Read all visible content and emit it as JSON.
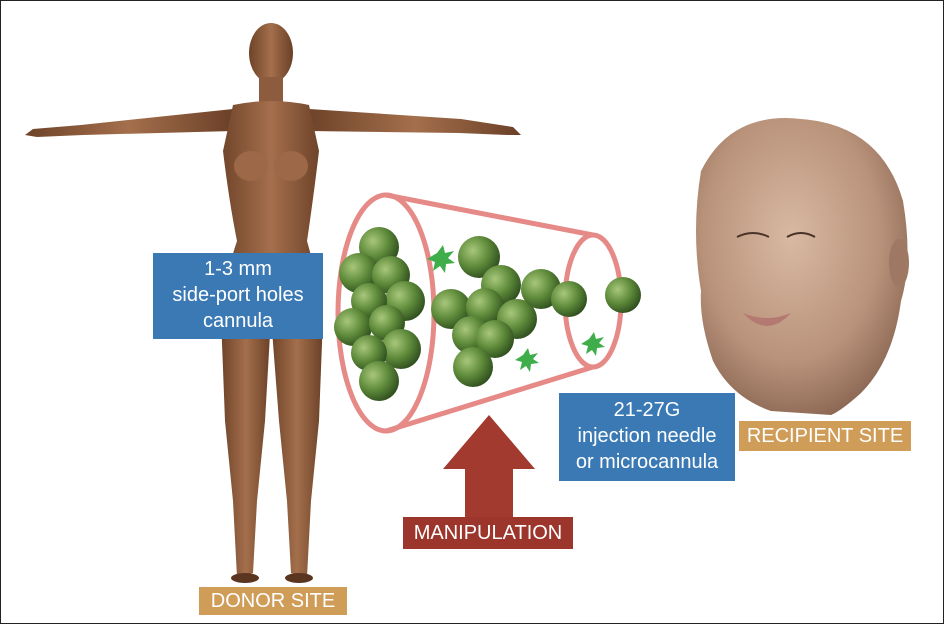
{
  "labels": {
    "cannula": [
      "1-3 mm",
      "side-port holes",
      "cannula"
    ],
    "needle": [
      "21-27G",
      "injection needle",
      "or microcannula"
    ],
    "donor_site": "DONOR SITE",
    "recipient_site": "RECIPIENT SITE",
    "manipulation": "MANIPULATION"
  },
  "colors": {
    "label_blue": "#3b79b4",
    "label_tan": "#cf9d58",
    "arrow_red": "#a23a2f",
    "tube_pink": "#e58a86",
    "skin": "#8a5a3c",
    "cell_green": "#5e8a3a"
  }
}
